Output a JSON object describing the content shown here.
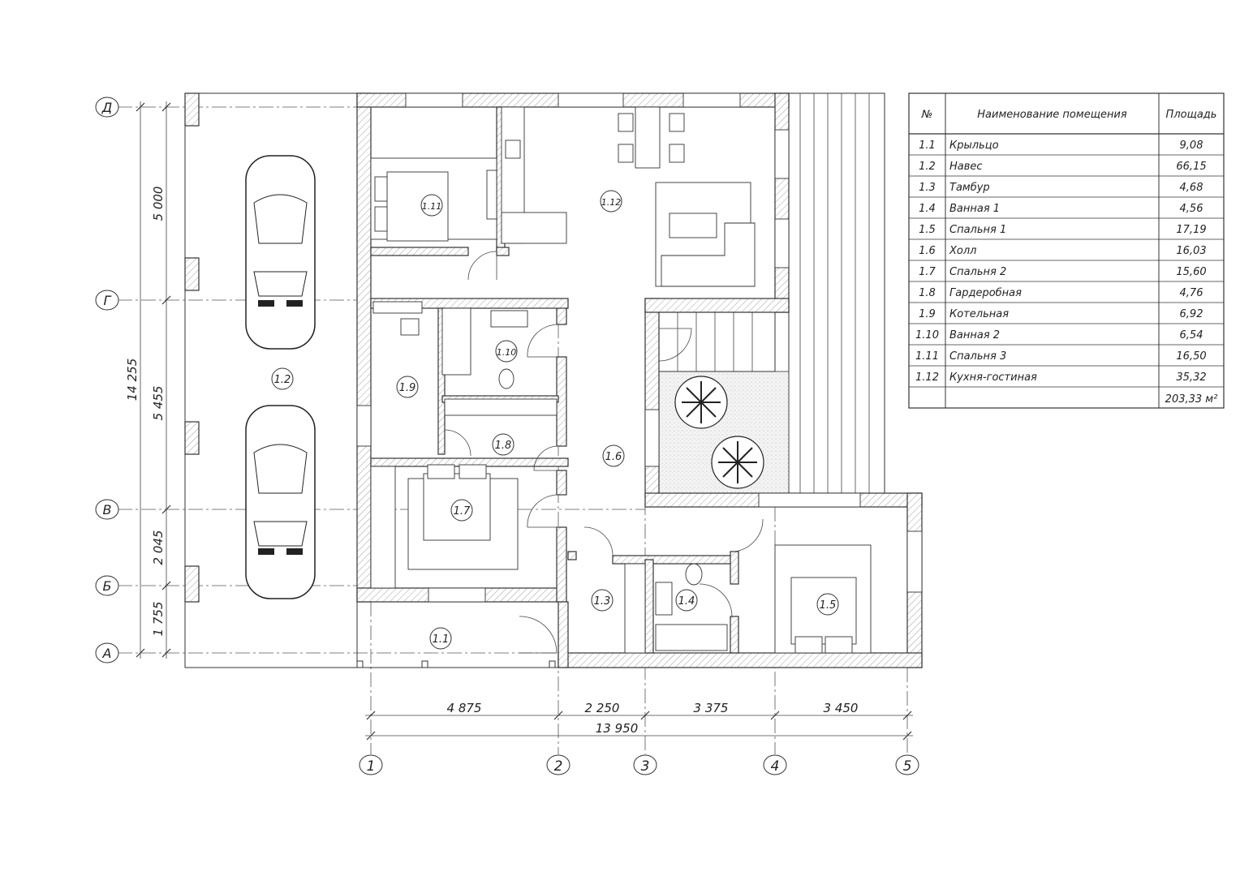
{
  "axes": {
    "vertical": [
      "1",
      "2",
      "3",
      "4",
      "5"
    ],
    "horizontal": [
      "Д",
      "Г",
      "В",
      "Б",
      "А"
    ]
  },
  "dimensions": {
    "horizontal_chain": [
      "4 875",
      "2 250",
      "3 375",
      "3 450"
    ],
    "horizontal_total": "13 950",
    "vertical_chain": [
      "5 000",
      "5 455",
      "2 045",
      "1 755"
    ],
    "vertical_total": "14 255"
  },
  "room_tags": [
    "1.1",
    "1.2",
    "1.3",
    "1.4",
    "1.5",
    "1.6",
    "1.7",
    "1.8",
    "1.9",
    "1.10",
    "1.11",
    "1.12"
  ],
  "table": {
    "headers": {
      "num": "№",
      "name": "Наименование помещения",
      "area": "Площадь"
    },
    "rows": [
      {
        "num": "1.1",
        "name": "Крыльцо",
        "area": "9,08"
      },
      {
        "num": "1.2",
        "name": "Навес",
        "area": "66,15"
      },
      {
        "num": "1.3",
        "name": "Тамбур",
        "area": "4,68"
      },
      {
        "num": "1.4",
        "name": "Ванная 1",
        "area": "4,56"
      },
      {
        "num": "1.5",
        "name": "Спальня 1",
        "area": "17,19"
      },
      {
        "num": "1.6",
        "name": "Холл",
        "area": "16,03"
      },
      {
        "num": "1.7",
        "name": "Спальня 2",
        "area": "15,60"
      },
      {
        "num": "1.8",
        "name": "Гардеробная",
        "area": "4,76"
      },
      {
        "num": "1.9",
        "name": "Котельная",
        "area": "6,92"
      },
      {
        "num": "1.10",
        "name": "Ванная 2",
        "area": "6,54"
      },
      {
        "num": "1.11",
        "name": "Спальня 3",
        "area": "16,50"
      },
      {
        "num": "1.12",
        "name": "Кухня-гостиная",
        "area": "35,32"
      }
    ],
    "total": "203,33 м²"
  }
}
